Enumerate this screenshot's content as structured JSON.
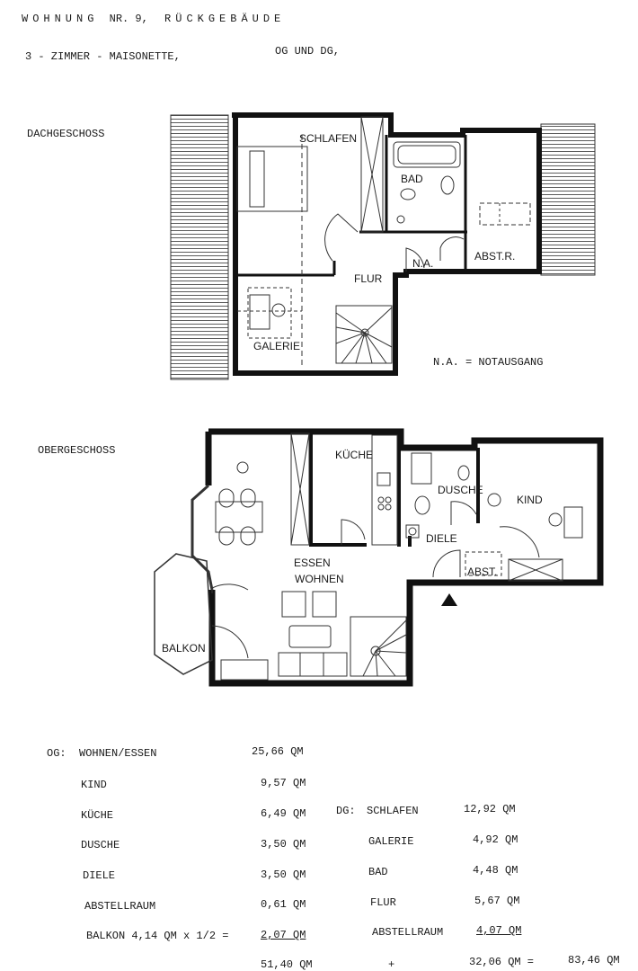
{
  "header": {
    "title_a": "WOHNUNG",
    "title_nr": "NR. 9,",
    "title_b": "RÜCKGEBÄUDE",
    "subtitle": "3 - ZIMMER - MAISONETTE,",
    "levels": "OG UND DG,"
  },
  "floors": {
    "dg": {
      "label": "DACHGESCHOSS",
      "rooms": {
        "schlafen": "SCHLAFEN",
        "bad": "BAD",
        "flur": "FLUR",
        "na": "N.A.",
        "abstr": "ABST.R.",
        "galerie": "GALERIE"
      },
      "legend": "N.A. = NOTAUSGANG"
    },
    "og": {
      "label": "OBERGESCHOSS",
      "rooms": {
        "kueche": "KÜCHE",
        "dusche": "DUSCHE",
        "kind": "KIND",
        "diele": "DIELE",
        "essen": "ESSEN",
        "wohnen": "WOHNEN",
        "abst": "ABST.",
        "balkon": "BALKON"
      }
    }
  },
  "areas": {
    "og_prefix": "OG:",
    "og": [
      {
        "name": "WOHNEN/ESSEN",
        "value": "25,66 QM"
      },
      {
        "name": "KIND",
        "value": "9,57 QM"
      },
      {
        "name": "KÜCHE",
        "value": "6,49 QM"
      },
      {
        "name": "DUSCHE",
        "value": "3,50 QM"
      },
      {
        "name": "DIELE",
        "value": "3,50 QM"
      },
      {
        "name": "ABSTELLRAUM",
        "value": "0,61 QM"
      },
      {
        "name": "BALKON 4,14 QM x 1/2 =",
        "value": "2,07 QM"
      }
    ],
    "og_total": "51,40 QM",
    "dg_prefix": "DG:",
    "dg": [
      {
        "name": "SCHLAFEN",
        "value": "12,92 QM"
      },
      {
        "name": "GALERIE",
        "value": "4,92 QM"
      },
      {
        "name": "BAD",
        "value": "4,48 QM"
      },
      {
        "name": "FLUR",
        "value": "5,67 QM"
      },
      {
        "name": "ABSTELLRAUM",
        "value": "4,07 QM"
      }
    ],
    "plus": "+",
    "dg_total": "32,06 QM =",
    "grand_total": "83,46 QM"
  }
}
